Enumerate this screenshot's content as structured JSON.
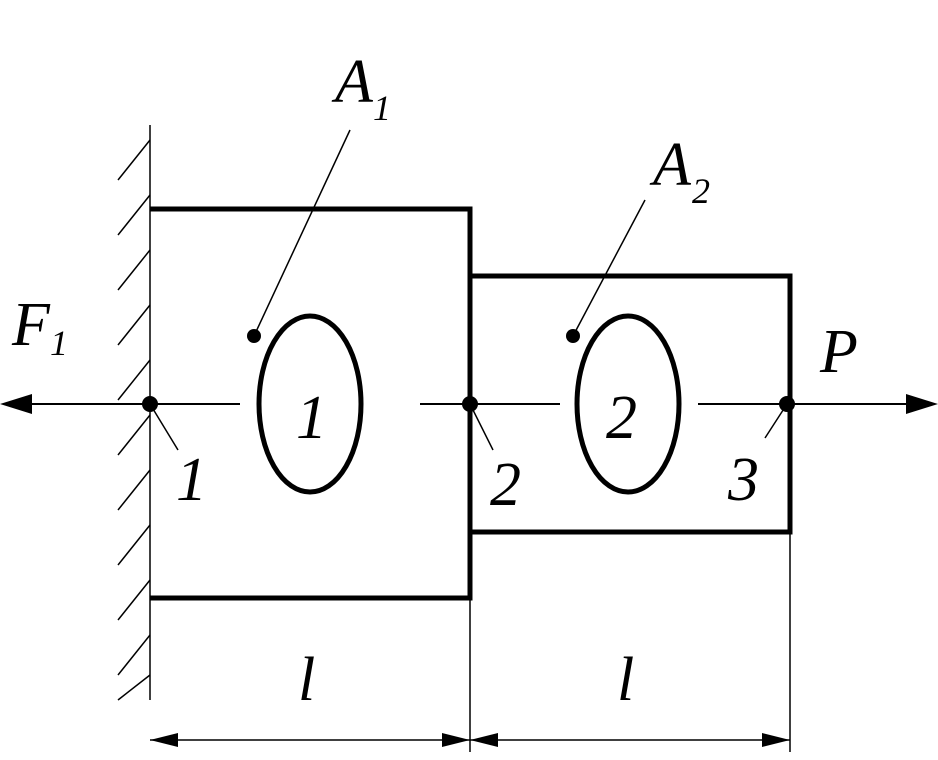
{
  "labels": {
    "force_left": "F",
    "force_left_sub": "1",
    "force_right": "P",
    "area1": "A",
    "area1_sub": "1",
    "area2": "A",
    "area2_sub": "2",
    "segment1": "1",
    "segment2": "2",
    "node1": "1",
    "node2": "2",
    "node3": "3",
    "length1": "l",
    "length2": "l"
  },
  "colors": {
    "ink": "#000000",
    "background": "#ffffff"
  }
}
